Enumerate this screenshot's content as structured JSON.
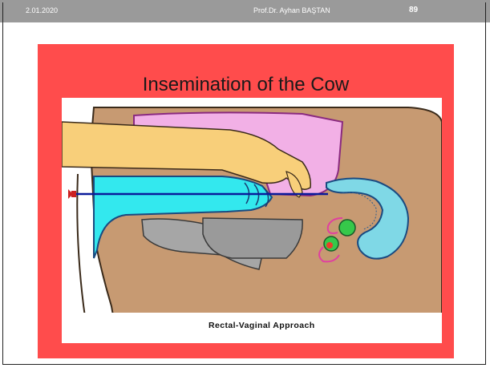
{
  "header": {
    "date": "2.01.2020",
    "author": "Prof.Dr. Ayhan BAŞTAN",
    "page_number": "89"
  },
  "slide": {
    "title": "Insemination of the Cow",
    "caption": "Rectal-Vaginal Approach"
  },
  "colors": {
    "header_bar": "#9a9a9a",
    "panel_background": "#ff4c4c",
    "arm": "#f8cf7a",
    "tract": "#33e8ee",
    "rectum": "#f2b0e6",
    "body_tissue": "#c79a72"
  }
}
